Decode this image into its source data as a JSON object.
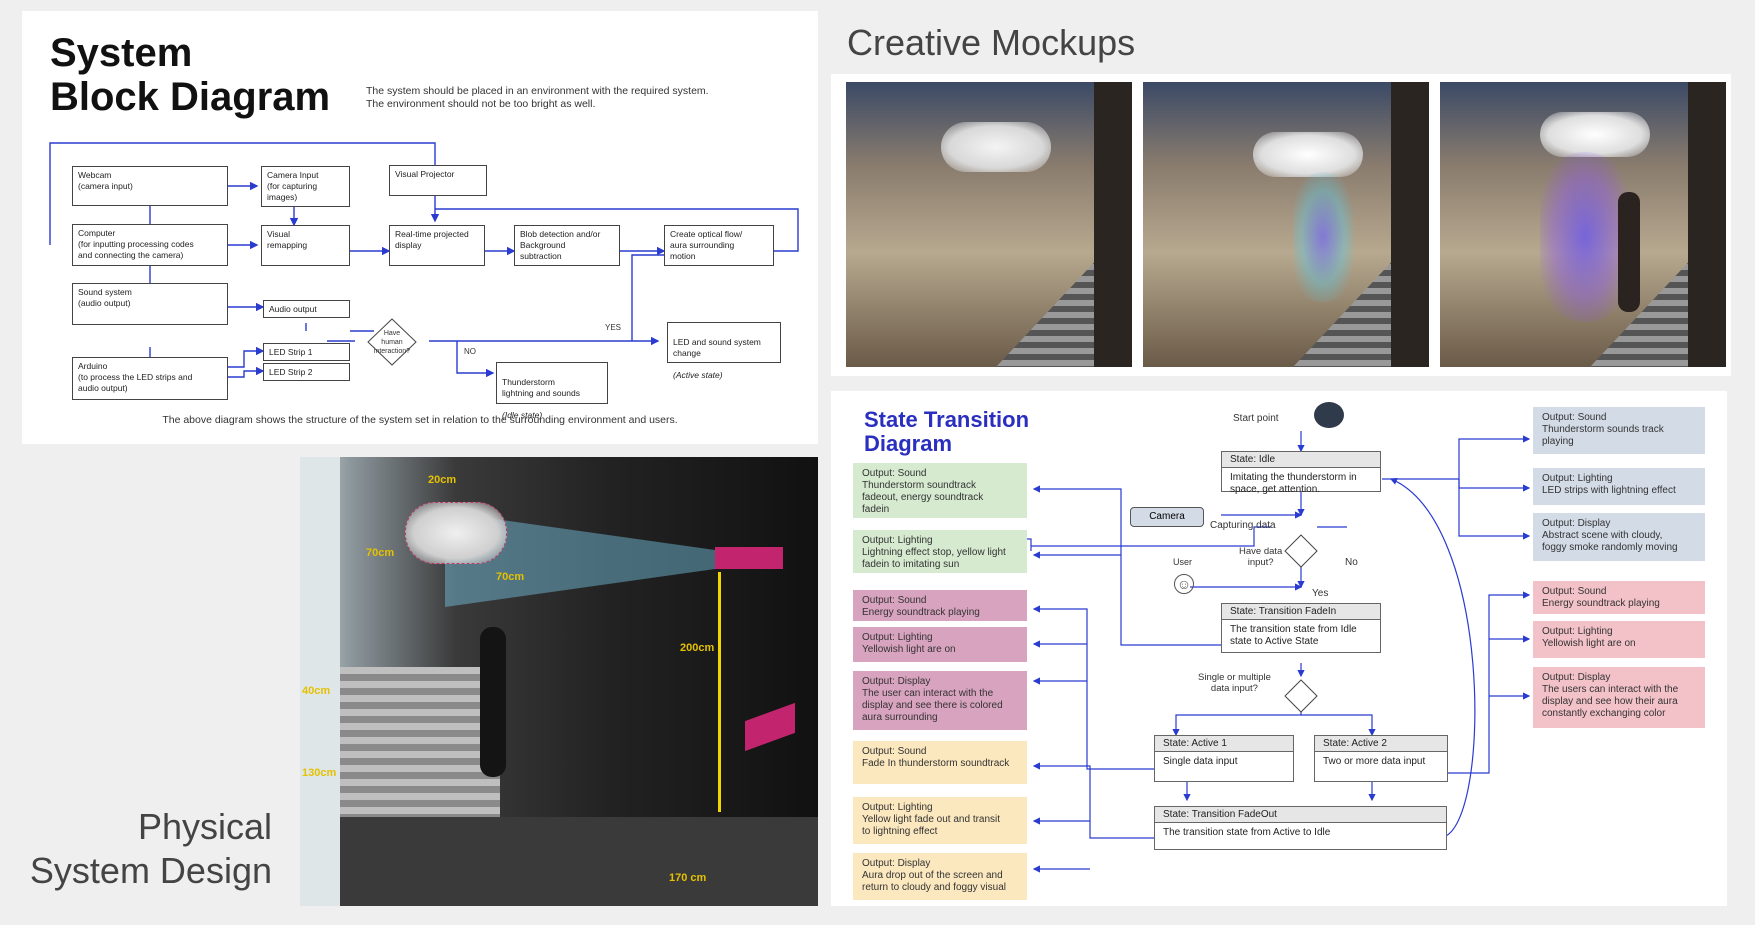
{
  "block": {
    "title_line1": "System",
    "title_line2": "Block Diagram",
    "intro": "The system should be placed in an environment with the required system.\nThe environment should not be too bright as well.",
    "boxes": {
      "webcam": "Webcam\n(camera input)",
      "camera_input": "Camera Input\n(for capturing\nimages)",
      "visual_projector": "Visual Projector",
      "computer": "Computer\n(for inputting processing codes\nand connecting the camera)",
      "visual_remapping": "Visual\nremapping",
      "realtime": "Real-time projected\ndisplay",
      "blob": "Blob detection and/or\nBackground\nsubtraction",
      "optical": "Create optical flow/\naura surrounding\nmotion",
      "sound_system": "Sound system\n(audio output)",
      "audio_output": "Audio output",
      "led1": "LED Strip 1",
      "led2": "LED Strip 2",
      "arduino": "Arduino\n(to process the LED strips and\naudio output)",
      "led_sound": "LED and sound system\nchange",
      "led_sound_state": "(Active state)",
      "thunder": "Thunderstorm\nlightning and sounds",
      "thunder_state": "(Idle state)"
    },
    "diamond": "Have\nhuman\ninteraction?",
    "yes": "YES",
    "no": "NO",
    "caption": "The above diagram shows the structure of the system set in relation to the surrounding environment and users."
  },
  "mockups": {
    "title": "Creative Mockups"
  },
  "physical": {
    "title_line1": "Physical",
    "title_line2": "System Design",
    "dims": [
      "20cm",
      "70cm",
      "70cm",
      "200cm",
      "40cm",
      "130cm",
      "170 cm"
    ]
  },
  "state": {
    "title_line1": "State Transition",
    "title_line2": "Diagram",
    "start_point": "Start point",
    "camera": "Camera",
    "capturing": "Capturing data",
    "user": "User",
    "have_data": "Have data\ninput?",
    "no": "No",
    "yes": "Yes",
    "single_multiple": "Single or multiple\ndata input?",
    "idle_head": "State: Idle",
    "idle_body": "Imitating the thunderstorm in\nspace, get attention.",
    "fadein_head": "State: Transition FadeIn",
    "fadein_body": "The transition state from Idle\nstate to Active State",
    "active1_head": "State: Active 1",
    "active1_body": "Single data input",
    "active2_head": "State: Active 2",
    "active2_body": "Two or more data input",
    "fadeout_head": "State: Transition FadeOut",
    "fadeout_body": "The transition state from Active to Idle",
    "left_outputs": [
      "Output: Sound\nThunderstorm soundtrack\nfadeout, energy soundtrack\nfadein",
      "Output: Lighting\nLightning effect stop, yellow light\nfadein to imitating sun",
      "Output: Sound\nEnergy soundtrack playing",
      "Output: Lighting\nYellowish light are on",
      "Output: Display\nThe user can interact with the\ndisplay and see there is colored\naura surrounding",
      "Output: Sound\nFade In thunderstorm soundtrack",
      "Output: Lighting\nYellow light fade out and transit\nto lightning effect",
      "Output: Display\nAura drop out of the screen and\nreturn to cloudy and foggy visual"
    ],
    "right_outputs": [
      "Output: Sound\nThunderstorm sounds track\nplaying",
      "Output: Lighting\nLED strips with lightning effect",
      "Output: Display\nAbstract scene with cloudy,\nfoggy smoke randomly moving",
      "Output: Sound\nEnergy soundtrack playing",
      "Output: Lighting\nYellowish light are on",
      "Output: Display\nThe users can interact with the\ndisplay and see how their aura\nconstantly exchanging color"
    ]
  }
}
